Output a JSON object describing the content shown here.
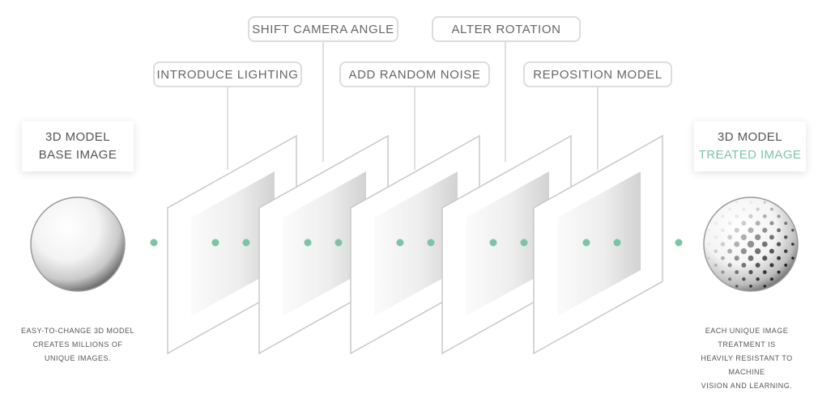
{
  "steps": [
    {
      "label": "INTRODUCE LIGHTING"
    },
    {
      "label": "SHIFT CAMERA ANGLE"
    },
    {
      "label": "ADD RANDOM NOISE"
    },
    {
      "label": "ALTER ROTATION"
    },
    {
      "label": "REPOSITION MODEL"
    }
  ],
  "base": {
    "title_line1": "3D MODEL",
    "title_line2": "BASE IMAGE",
    "caption_line1": "EASY-TO-CHANGE 3D MODEL",
    "caption_line2": "CREATES MILLIONS OF",
    "caption_line3": "UNIQUE IMAGES."
  },
  "treated": {
    "title_line1": "3D MODEL",
    "title_line2": "TREATED IMAGE",
    "caption_line1": "EACH UNIQUE IMAGE TREATMENT IS",
    "caption_line2": "HEAVILY RESISTANT TO MACHINE",
    "caption_line3": "VISION AND LEARNING."
  },
  "colors": {
    "accent": "#7cc4a6",
    "connector": "#d4d4d4",
    "frame": "#c8c8c8",
    "text": "#666666"
  }
}
